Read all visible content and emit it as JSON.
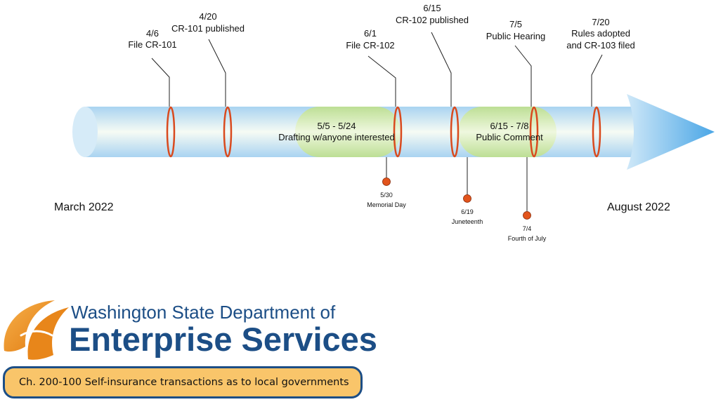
{
  "timeline": {
    "start_label": "March 2022",
    "end_label": "August 2022",
    "milestones": [
      {
        "date": "4/6",
        "label": "File CR-101"
      },
      {
        "date": "4/20",
        "label": "CR-101 published"
      },
      {
        "date": "6/1",
        "label": "File CR-102"
      },
      {
        "date": "6/15",
        "label": "CR-102 published"
      },
      {
        "date": "7/5",
        "label": "Public Hearing"
      },
      {
        "date": "7/20",
        "label": "Rules adopted",
        "label2": "and CR-103 filed"
      }
    ],
    "periods": [
      {
        "dates": "5/5 - 5/24",
        "label": "Drafting w/anyone interested"
      },
      {
        "dates": "6/15 - 7/8",
        "label": "Public Comment"
      }
    ],
    "holidays": [
      {
        "date": "5/30",
        "label": "Memorial Day"
      },
      {
        "date": "6/19",
        "label": "Juneteenth"
      },
      {
        "date": "7/4",
        "label": "Fourth of July"
      }
    ]
  },
  "logo": {
    "line1": "Washington State Department of",
    "line2": "Enterprise Services"
  },
  "caption": "Ch. 200-100 Self-insurance transactions as to local governments",
  "colors": {
    "arrow_body": "#bfe0f5",
    "period_highlight": "#c9e79c",
    "ring": "#d94a1e",
    "holiday_dot": "#e2541c",
    "brand_blue": "#1c4e86",
    "brand_orange": "#f39a1e",
    "caption_fill": "#f9c56a"
  }
}
